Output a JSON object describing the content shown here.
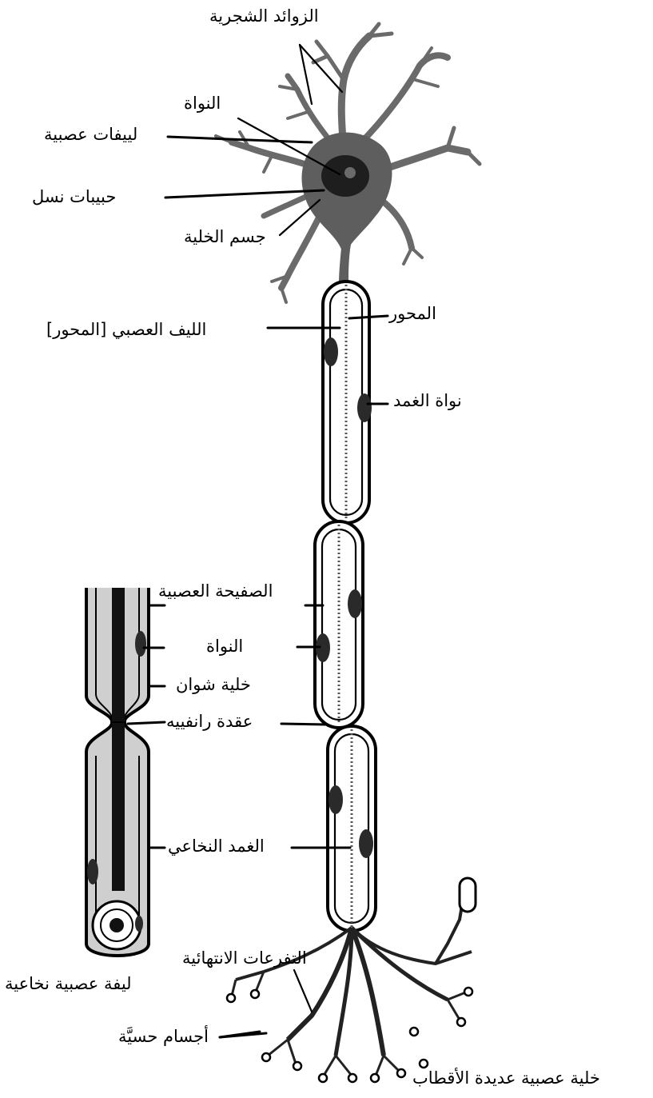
{
  "labels": {
    "dendrites": "الزوائد الشجرية",
    "nucleus_top": "النواة",
    "neurofibrils": "لييفات عصبية",
    "nissl_granules": "حبيبات نسل",
    "cell_body": "جسم الخلية",
    "axon": "المحور",
    "nerve_fiber_axon": "الليف العصبي [المحور]",
    "sheath_nucleus": "نواة الغمد",
    "neurilemma": "الصفيحة العصبية",
    "nucleus_mid": "النواة",
    "schwann_cell": "خلية شوان",
    "node_of_ranvier": "عقدة رانفييه",
    "myelin_sheath": "الغمد النخاعي",
    "terminal_branches": "التفرعات الانتهائية",
    "myelinated_fiber": "ليفة عصبية نخاعية",
    "sensory_bodies": "أجسام حسيَّة",
    "multipolar_neuron": "خلية عصبية عديدة الأقطاب"
  }
}
